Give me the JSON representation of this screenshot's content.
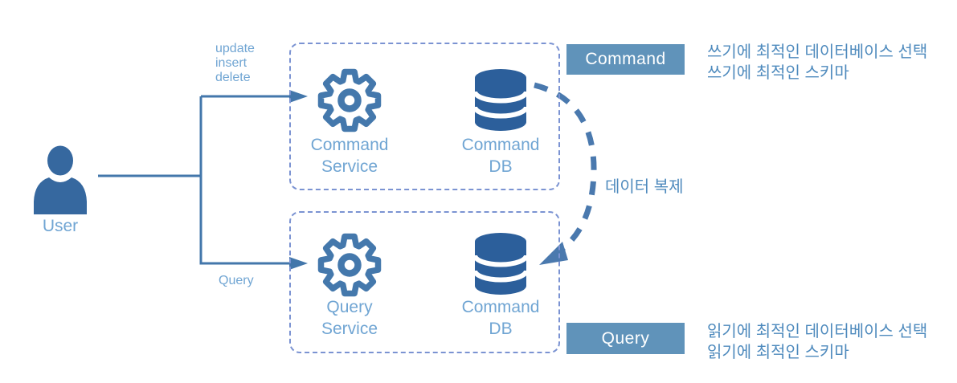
{
  "colors": {
    "line": "#4377ab",
    "light_label": "#70a5d3",
    "korean_text": "#4e8abd",
    "badge_bg": "#6093ba",
    "badge_text": "#ffffff",
    "box_border": "#7b93d2",
    "db_fill": "#2c5f9b",
    "gear_stroke": "#4478ac",
    "user_fill": "#36689f",
    "replication_arrow": "#4a79ae"
  },
  "user": {
    "label": "User"
  },
  "arrows": {
    "command_flow_lines": [
      "update",
      "insert",
      "delete"
    ],
    "query_flow_label": "Query"
  },
  "command_group": {
    "service_lines": [
      "Command",
      "Service"
    ],
    "db_lines": [
      "Command",
      "DB"
    ]
  },
  "query_group": {
    "service_lines": [
      "Query",
      "Service"
    ],
    "db_lines": [
      "Command",
      "DB"
    ]
  },
  "badges": {
    "command": "Command",
    "query": "Query"
  },
  "notes": {
    "command_line1": "쓰기에 최적인 데이터베이스 선택",
    "command_line2": "쓰기에 최적인 스키마",
    "query_line1": "읽기에 최적인 데이터베이스 선택",
    "query_line2": "읽기에 최적인 스키마",
    "replication": "데이터 복제"
  }
}
